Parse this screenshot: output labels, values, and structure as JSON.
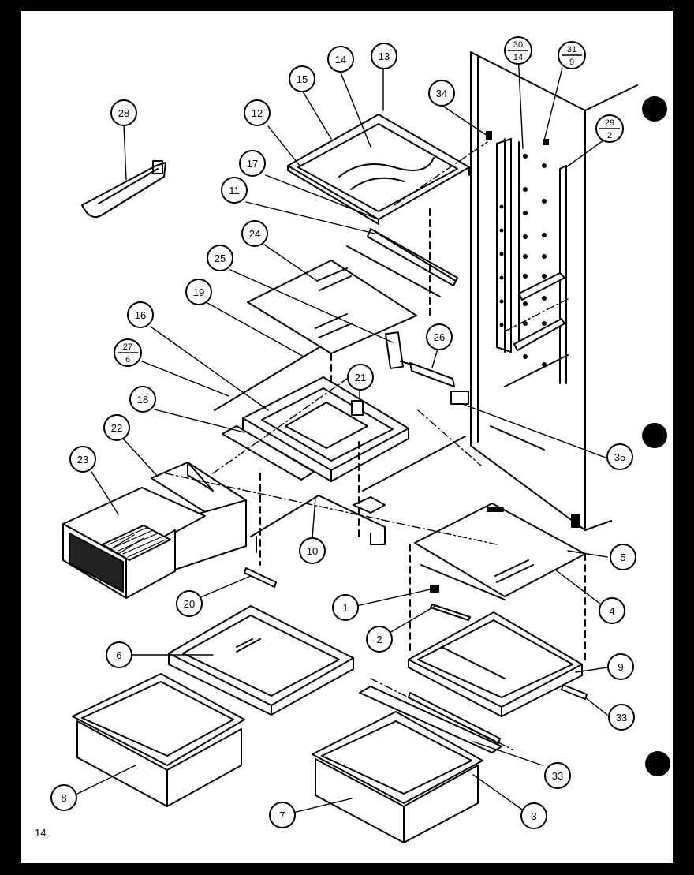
{
  "diagram": {
    "page_number": "14",
    "colors": {
      "ink": "#000000",
      "paper": "#ffffff",
      "background": "#000000"
    },
    "callouts": [
      {
        "id": "c1",
        "label": "1"
      },
      {
        "id": "c2",
        "label": "2"
      },
      {
        "id": "c3",
        "label": "3"
      },
      {
        "id": "c4",
        "label": "4"
      },
      {
        "id": "c5",
        "label": "5"
      },
      {
        "id": "c6",
        "label": "6"
      },
      {
        "id": "c7",
        "label": "7"
      },
      {
        "id": "c8",
        "label": "8"
      },
      {
        "id": "c9",
        "label": "9"
      },
      {
        "id": "c10",
        "label": "10"
      },
      {
        "id": "c11",
        "label": "11"
      },
      {
        "id": "c12",
        "label": "12"
      },
      {
        "id": "c13",
        "label": "13"
      },
      {
        "id": "c14",
        "label": "14"
      },
      {
        "id": "c15",
        "label": "15"
      },
      {
        "id": "c16",
        "label": "16"
      },
      {
        "id": "c17",
        "label": "17"
      },
      {
        "id": "c18",
        "label": "18"
      },
      {
        "id": "c19",
        "label": "19"
      },
      {
        "id": "c20",
        "label": "20"
      },
      {
        "id": "c21",
        "label": "21"
      },
      {
        "id": "c22",
        "label": "22"
      },
      {
        "id": "c23",
        "label": "23"
      },
      {
        "id": "c24",
        "label": "24"
      },
      {
        "id": "c25",
        "label": "25"
      },
      {
        "id": "c26",
        "label": "26"
      },
      {
        "id": "c28",
        "label": "28"
      },
      {
        "id": "c33a",
        "label": "33"
      },
      {
        "id": "c33b",
        "label": "33"
      },
      {
        "id": "c34",
        "label": "34"
      },
      {
        "id": "c35",
        "label": "35"
      }
    ],
    "fraction_callouts": [
      {
        "id": "f30",
        "top": "30",
        "bottom": "14"
      },
      {
        "id": "f31",
        "top": "31",
        "bottom": "9"
      },
      {
        "id": "f29",
        "top": "29",
        "bottom": "2"
      },
      {
        "id": "f27",
        "top": "27",
        "bottom": "6"
      }
    ]
  }
}
